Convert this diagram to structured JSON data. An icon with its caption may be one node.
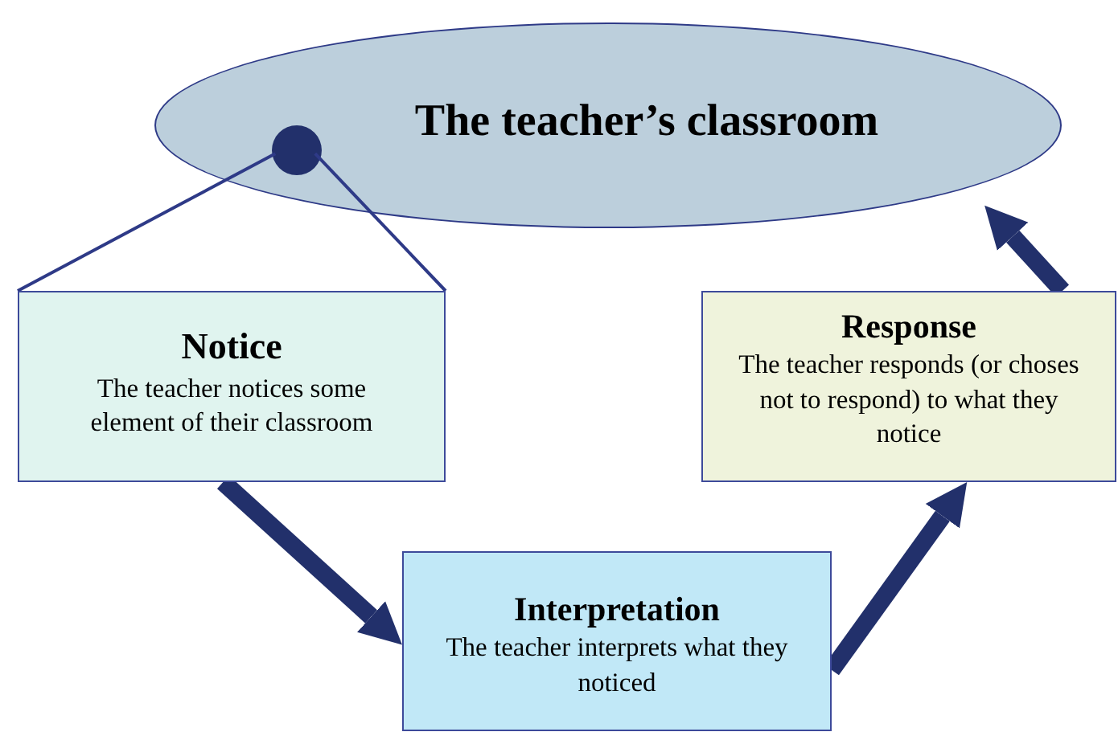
{
  "diagram": {
    "nodes": [
      {
        "text": [
          "The teacher’s classroom"
        ]
      },
      {
        "text": [],
        "shape": "circle",
        "in": 0
      },
      {
        "text": [
          "Notice",
          "The teacher notices some element of their classroom"
        ]
      },
      {
        "text": [
          "Interpretation",
          "The teacher interprets what they noticed"
        ]
      },
      {
        "text": [
          "Response",
          "The teacher responds (or choses not to respond) to what they notice"
        ]
      }
    ],
    "edges": [
      {
        "from": 1,
        "to": 2,
        "arrow": "none"
      },
      {
        "from": 1,
        "to": 2,
        "arrow": "none"
      },
      {
        "from": 2,
        "to": 3,
        "arrow": "to"
      },
      {
        "from": 3,
        "to": 4,
        "arrow": "to"
      },
      {
        "from": 4,
        "to": 0,
        "arrow": "to"
      }
    ]
  }
}
